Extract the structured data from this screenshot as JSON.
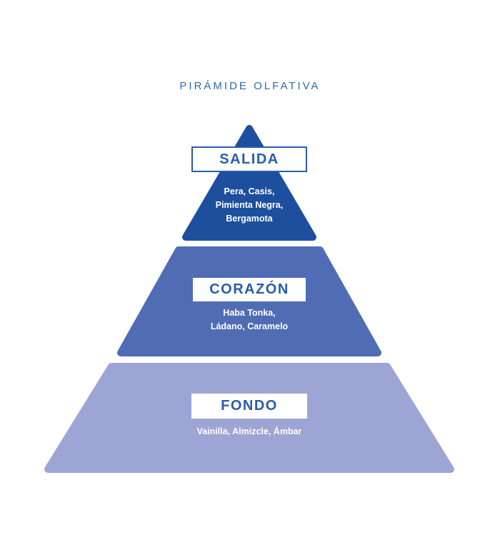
{
  "title": "PIRÁMIDE OLFATIVA",
  "colors": {
    "background": "#ffffff",
    "tier_top": "#1d4f9f",
    "tier_middle": "#4f6cb5",
    "tier_bottom": "#9da5d4",
    "accent": "#2a5caa",
    "title_color": "#2a6ab2",
    "note_color": "#ffffff"
  },
  "tiers": [
    {
      "id": "salida",
      "label": "SALIDA",
      "notes": [
        "Pera, Casis,",
        "Pimienta Negra,",
        "Bergamota"
      ]
    },
    {
      "id": "corazon",
      "label": "CORAZÓN",
      "notes": [
        "Haba Tonka,",
        "Ládano, Caramelo"
      ]
    },
    {
      "id": "fondo",
      "label": "FONDO",
      "notes": [
        "Vainilla, Almizcle, Ámbar"
      ]
    }
  ]
}
